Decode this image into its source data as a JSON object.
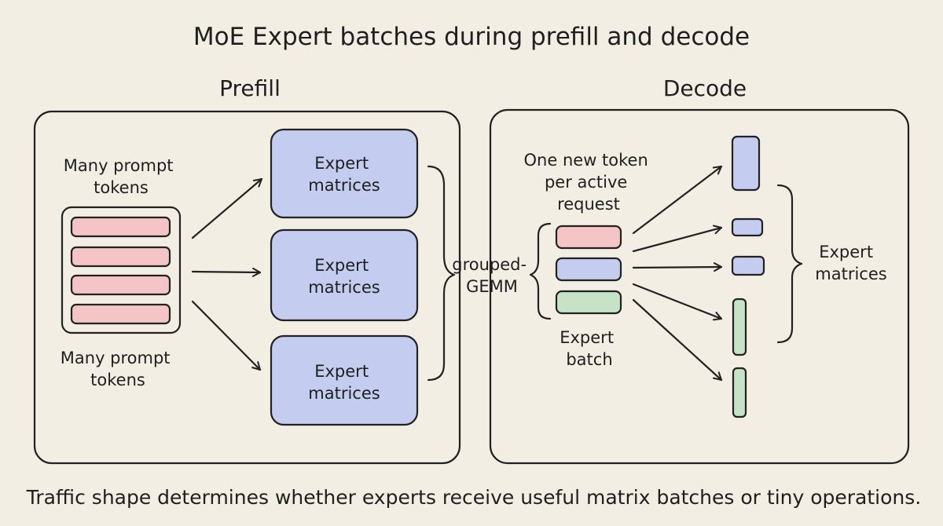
{
  "title": "MoE Expert batches during prefill and decode",
  "colors": {
    "background": "#f2eee3",
    "expert_fill": "#c4cdf0",
    "token_pink": "#f4c4c6",
    "token_blue": "#c4cdf0",
    "token_green": "#c6e3c8",
    "ink": "#222222"
  },
  "prefill": {
    "heading": "Prefill",
    "top_tokens_label": [
      "Many prompt",
      "tokens"
    ],
    "bottom_tokens_label": [
      "Many prompt",
      "tokens"
    ],
    "experts": [
      [
        "Expert",
        "matrices"
      ],
      [
        "Expert",
        "matrices"
      ],
      [
        "Expert",
        "matrices"
      ]
    ]
  },
  "middle_label": [
    "grouped-",
    "GEMM"
  ],
  "decode": {
    "heading": "Decode",
    "new_token_label": [
      "One new token",
      "per active",
      "request"
    ],
    "batch_label": [
      "Expert",
      "batch"
    ],
    "experts_label": [
      "Expert",
      "matrices"
    ]
  },
  "caption": "Traffic shape determines whether experts receive useful matrix batches or tiny operations."
}
